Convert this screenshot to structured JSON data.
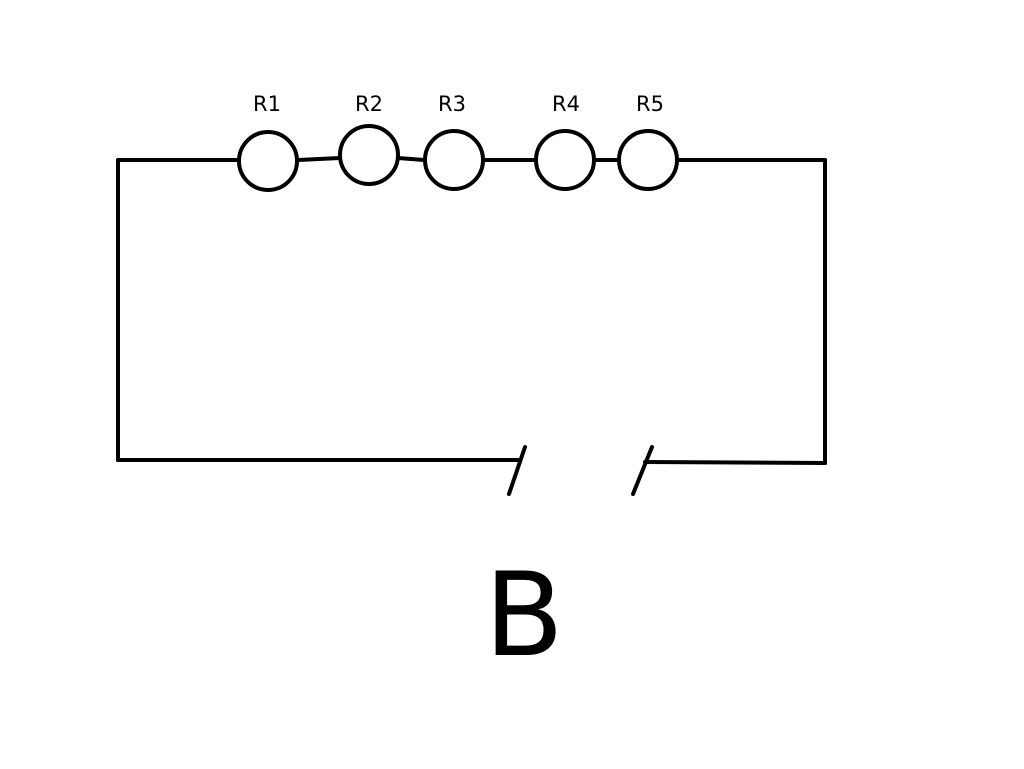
{
  "diagram": {
    "label": "B",
    "resistors": [
      {
        "label": "R1"
      },
      {
        "label": "R2"
      },
      {
        "label": "R3"
      },
      {
        "label": "R4"
      },
      {
        "label": "R5"
      }
    ],
    "line_color": "#000000",
    "background_color": "#ffffff"
  }
}
